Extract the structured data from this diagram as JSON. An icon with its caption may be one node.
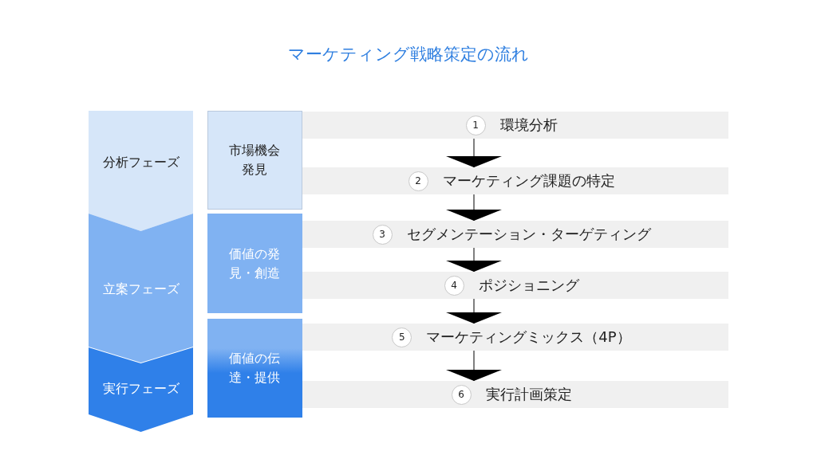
{
  "diagram": {
    "title": "マーケティング戦略策定の流れ",
    "nodes": [
      {
        "text": [
          "分析フェーズ"
        ]
      },
      {
        "text": [
          "立案フェーズ"
        ]
      },
      {
        "text": [
          "実行フェーズ"
        ]
      },
      {
        "text": [
          "市場機会発見"
        ]
      },
      {
        "text": [
          "価値の発見・創造"
        ]
      },
      {
        "text": [
          "価値の伝達・提供"
        ]
      },
      {
        "text": [
          "1",
          "環境分析"
        ]
      },
      {
        "text": [
          "2",
          "マーケティング課題の特定"
        ]
      },
      {
        "text": [
          "3",
          "セグメンテーション・ターゲティング"
        ]
      },
      {
        "text": [
          "4",
          "ポジショニング"
        ]
      },
      {
        "text": [
          "5",
          "マーケティングミックス（4P）"
        ]
      },
      {
        "text": [
          "6",
          "実行計画策定"
        ]
      }
    ],
    "edges": [
      {
        "from": 6,
        "to": 7,
        "arrow": "to"
      },
      {
        "from": 7,
        "to": 8,
        "arrow": "to"
      },
      {
        "from": 8,
        "to": 9,
        "arrow": "to"
      },
      {
        "from": 9,
        "to": 10,
        "arrow": "to"
      },
      {
        "from": 10,
        "to": 11,
        "arrow": "to"
      }
    ]
  }
}
